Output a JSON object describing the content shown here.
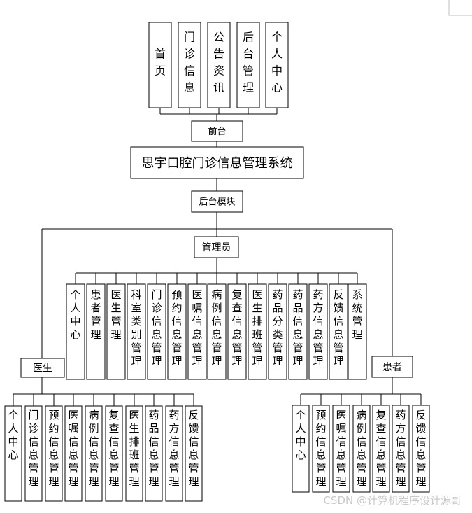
{
  "diagram": {
    "front_modules": [
      "首页",
      "门诊信息",
      "公告资讯",
      "后台管理",
      "个人中心"
    ],
    "front_label": "前台",
    "system_title": "思宇口腔门诊信息管理系统",
    "backend_label": "后台模块",
    "roles": {
      "admin": {
        "label": "管理员",
        "modules": [
          "个人中心",
          "患者管理",
          "医生管理",
          "科室类别管理",
          "门诊信息管理",
          "预约信息管理",
          "医嘱信息管理",
          "病例信息管理",
          "复查信息管理",
          "医生排班管理",
          "药品分类管理",
          "药品信息管理",
          "药方信息管理",
          "反馈信息管理",
          "系统管理"
        ]
      },
      "doctor": {
        "label": "医生",
        "modules": [
          "个人中心",
          "门诊信息管理",
          "预约信息管理",
          "医嘱信息管理",
          "病例信息管理",
          "复查信息管理",
          "医生排班管理",
          "药品信息管理",
          "药方信息管理",
          "反馈信息管理"
        ]
      },
      "patient": {
        "label": "患者",
        "modules": [
          "个人中心",
          "预约信息管理",
          "医嘱信息管理",
          "病例信息管理",
          "复查信息管理",
          "药方信息管理",
          "反馈信息管理"
        ]
      }
    }
  },
  "watermark": "CSDN @计算机程序设计源哥"
}
